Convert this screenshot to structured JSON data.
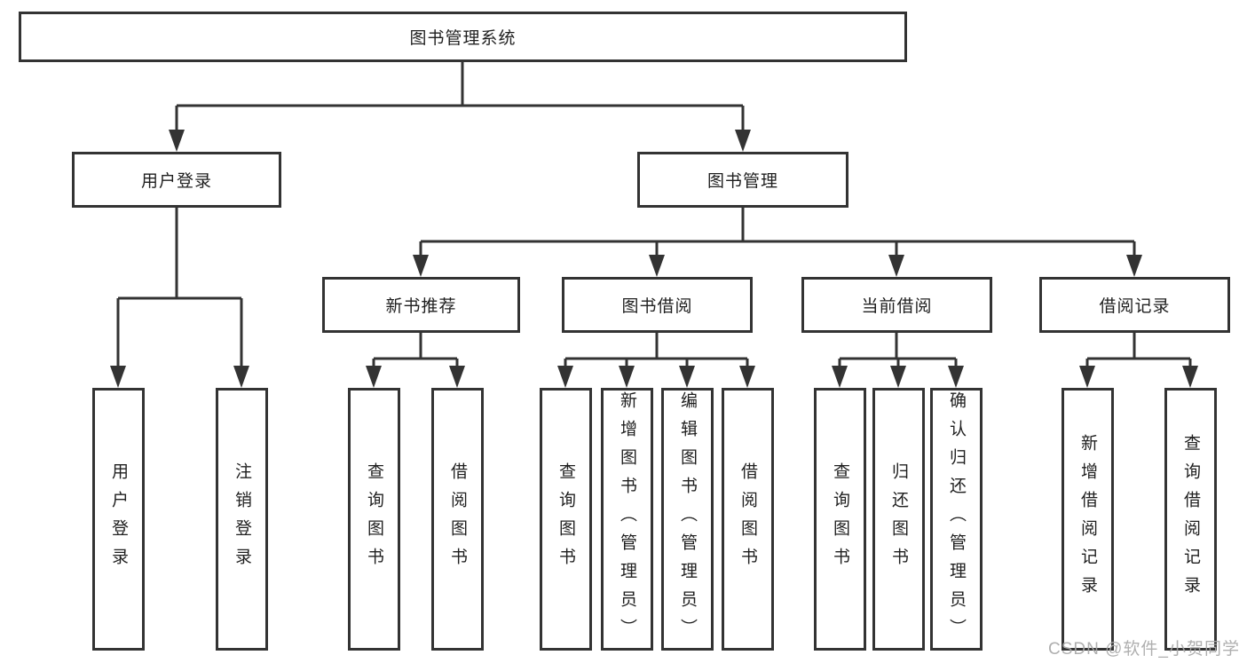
{
  "diagram_title": "图书管理系统",
  "nodes": {
    "root": "图书管理系统",
    "user_login": {
      "label": "用户登录",
      "children": {
        "login": "用户登录",
        "logout": "注销登录"
      }
    },
    "book_mgmt": {
      "label": "图书管理",
      "children": {
        "new_book_rec": {
          "label": "新书推荐",
          "children": {
            "query": "查询图书",
            "borrow": "借阅图书"
          }
        },
        "book_borrow": {
          "label": "图书借阅",
          "children": {
            "query": "查询图书",
            "add": "新增图书（管理员）",
            "edit": "编辑图书（管理员）",
            "borrow": "借阅图书"
          }
        },
        "current_borrow": {
          "label": "当前借阅",
          "children": {
            "query": "查询图书",
            "return": "归还图书",
            "confirm": "确认归还（管理员）"
          }
        },
        "borrow_records": {
          "label": "借阅记录",
          "children": {
            "add": "新增借阅记录",
            "query": "查询借阅记录"
          }
        }
      }
    }
  },
  "watermark": "CSDN @软件_小贺同学",
  "colors": {
    "line": "#333333",
    "box_border": "#333333",
    "text": "#1f1f1f",
    "watermark": "#a8a8a8",
    "background": "#ffffff"
  }
}
